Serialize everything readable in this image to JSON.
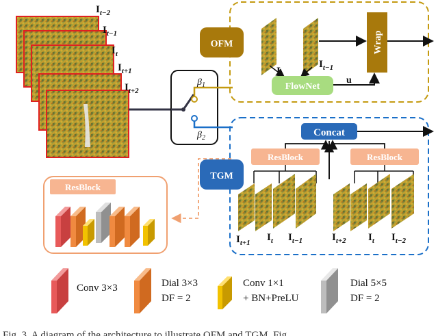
{
  "frames_stack": {
    "labels": [
      "I",
      "I",
      "I",
      "I",
      "I"
    ],
    "subscripts": [
      "t−2",
      "t−1",
      "t",
      "t+1",
      "t+2"
    ]
  },
  "switch": {
    "beta1_base": "β",
    "beta1_sub": "1",
    "beta2_base": "β",
    "beta2_sub": "2"
  },
  "ofm": {
    "badge": "OFM",
    "flownet": "FlowNet",
    "wrap": "Wrap",
    "u_label": "u",
    "frame_labels": [
      {
        "base": "I",
        "sub": "t"
      },
      {
        "base": "I",
        "sub": "t−1"
      }
    ]
  },
  "tgm": {
    "badge": "TGM",
    "concat": "Concat",
    "resblock_left": "ResBlock",
    "resblock_right": "ResBlock",
    "left_labels": [
      {
        "base": "I",
        "sub": "t+1"
      },
      {
        "base": "I",
        "sub": "t"
      },
      {
        "base": "I",
        "sub": "t−1"
      }
    ],
    "right_labels": [
      {
        "base": "I",
        "sub": "t+2"
      },
      {
        "base": "I",
        "sub": "t"
      },
      {
        "base": "I",
        "sub": "t−2"
      }
    ]
  },
  "resblock_detail": {
    "title": "ResBlock"
  },
  "legend": [
    {
      "name": "conv3",
      "line1": "Conv 3×3",
      "line2": "",
      "color": "#e85a5a"
    },
    {
      "name": "dial3",
      "line1": "Dial 3×3",
      "line2": "DF = 2",
      "color": "#f08a40"
    },
    {
      "name": "conv1",
      "line1": "Conv 1×1",
      "line2": "+ BN+PreLU",
      "color": "#f2c200"
    },
    {
      "name": "dial5",
      "line1": "Dial 5×5",
      "line2": "DF = 2",
      "color": "#bdbdbd"
    }
  ],
  "colors": {
    "ofm_border": "#c49a10",
    "ofm_badge": "#a8790c",
    "flownet": "#a8dc80",
    "tgm_border": "#1a6fc8",
    "tgm_badge": "#2a6ab8",
    "resblock": "#f7b591",
    "resblock_detail_border": "#f0a070"
  },
  "caption": "Fig. 3.   A diagram of the architecture to illustrate OFM and TGM. Fig"
}
